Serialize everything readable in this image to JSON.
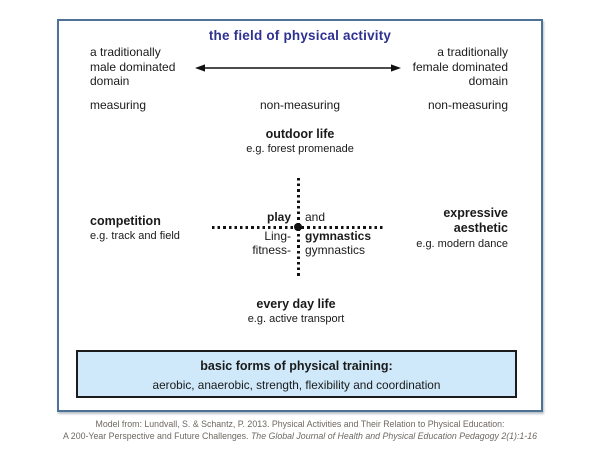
{
  "colors": {
    "accent_title": "#2e3192",
    "frame_border": "#4d7296",
    "line_color": "#111111",
    "box_fill": "#cfe9fa",
    "box_border": "#1c1c1c",
    "caption_text": "#6e6862"
  },
  "title": "the field of physical activity",
  "poles": {
    "left": "a traditionally\nmale dominated\ndomain",
    "right": "a traditionally\nfemale dominated\ndomain"
  },
  "measures": {
    "left": "measuring",
    "center": "non-measuring",
    "right": "non-measuring"
  },
  "nodes": {
    "outdoor": {
      "label": "outdoor life",
      "example": "e.g. forest promenade"
    },
    "everyday": {
      "label": "every day life",
      "example": "e.g. active transport"
    },
    "competition": {
      "label": "competition",
      "example": "e.g. track and field"
    },
    "expressive": {
      "label": "expressive\naesthetic",
      "example": "e.g. modern dance"
    }
  },
  "cross": {
    "row1_left": "play",
    "row1_right": "and",
    "row2_left": "Ling-",
    "row2_right": "gymnastics",
    "row3_left": "fitness-",
    "row3_right": "gymnastics"
  },
  "training_box": {
    "heading": "basic forms of physical training:",
    "items": "aerobic, anaerobic, strength, flexibility and coordination"
  },
  "caption": {
    "line1": "Model from: Lundvall, S. & Schantz, P. 2013. Physical Activities and Their Relation to Physical Education:",
    "line2_prefix": "A 200-Year Perspective and Future Challenges. ",
    "line2_italic": "The Global Journal of Health and Physical Education Pedagogy 2(1):1-16"
  }
}
